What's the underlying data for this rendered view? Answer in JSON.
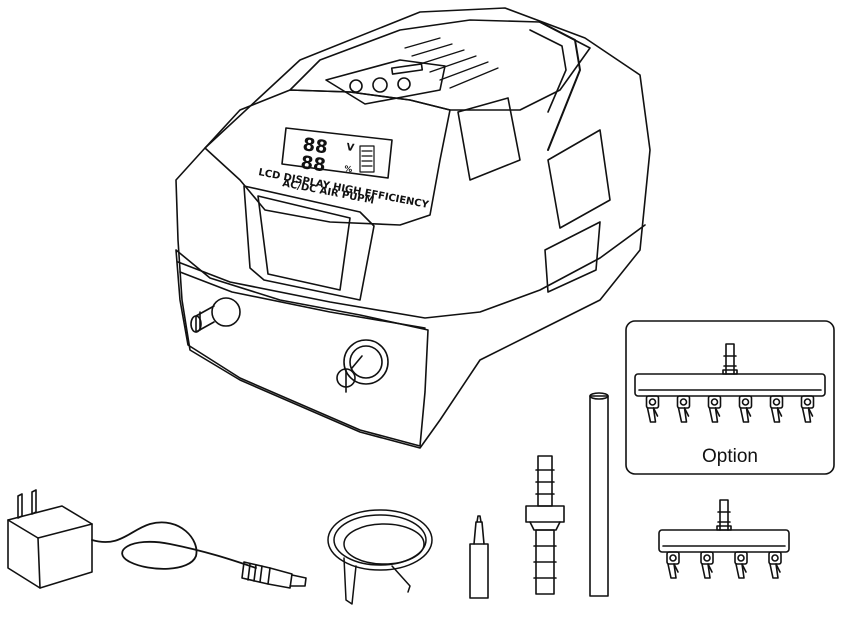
{
  "pump": {
    "lcd_voltage_digits": "88",
    "lcd_voltage_unit": "V",
    "lcd_percent_digits": "88",
    "lcd_percent_unit": "%",
    "label_line1": "LCD DISPLAY HIGH EFFICIENCY",
    "label_line2": "AC/DC AIR PUPM"
  },
  "option_box": {
    "label": "Option"
  },
  "manifold_outlets": {
    "optional": 6,
    "standard": 4
  }
}
